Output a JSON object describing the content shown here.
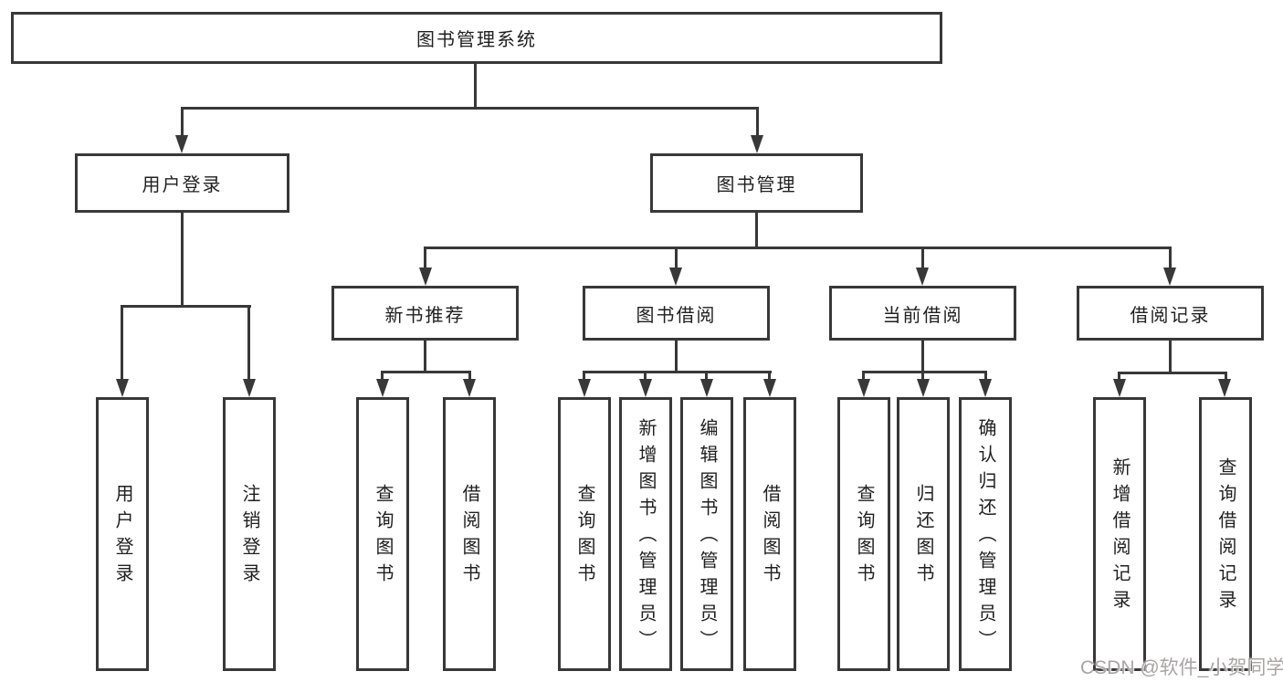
{
  "diagram_title": "图书管理系统",
  "colors": {
    "line": "#383838",
    "text": "#1f1f1f",
    "background": "#ffffff",
    "watermark": "#aaa4a4"
  },
  "tree": {
    "root": {
      "label": "图书管理系统",
      "children": [
        {
          "label": "用户登录",
          "children": [
            {
              "label": "用户登录"
            },
            {
              "label": "注销登录"
            }
          ]
        },
        {
          "label": "图书管理",
          "children": [
            {
              "label": "新书推荐",
              "children": [
                {
                  "label": "查询图书"
                },
                {
                  "label": "借阅图书"
                }
              ]
            },
            {
              "label": "图书借阅",
              "children": [
                {
                  "label": "查询图书"
                },
                {
                  "label": "新增图书（管理员）"
                },
                {
                  "label": "编辑图书（管理员）"
                },
                {
                  "label": "借阅图书"
                }
              ]
            },
            {
              "label": "当前借阅",
              "children": [
                {
                  "label": "查询图书"
                },
                {
                  "label": "归还图书"
                },
                {
                  "label": "确认归还（管理员）"
                }
              ]
            },
            {
              "label": "借阅记录",
              "children": [
                {
                  "label": "新增借阅记录"
                },
                {
                  "label": "查询借阅记录"
                }
              ]
            }
          ]
        }
      ]
    }
  },
  "watermark": {
    "text": "CSDN @软件_小贺同学"
  }
}
